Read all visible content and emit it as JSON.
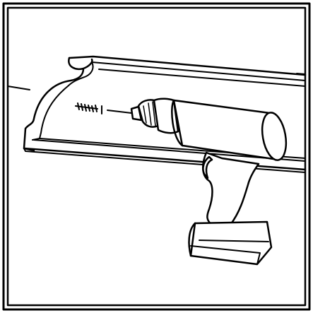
{
  "illustration": {
    "stroke_color": "#000000",
    "fill_color": "#ffffff",
    "icons": [
      "crown-molding",
      "cordless-drill",
      "screw"
    ]
  }
}
